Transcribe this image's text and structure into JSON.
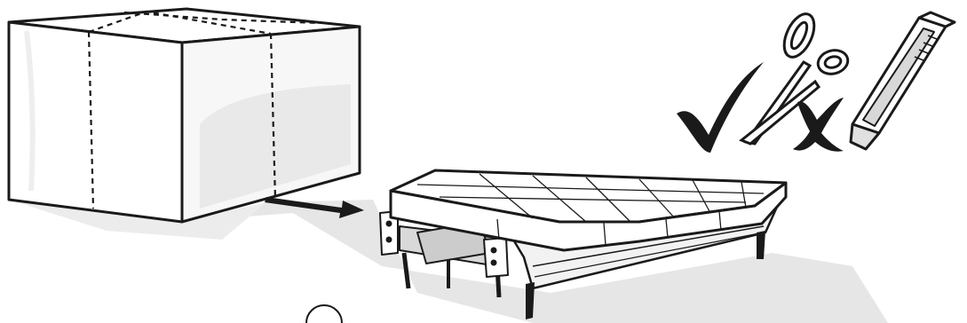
{
  "illustration": {
    "type": "assembly-instruction",
    "objects": [
      "packaged-box",
      "sofa-bed-unfolded",
      "scissors",
      "utility-knife",
      "checkmark-icon",
      "cross-icon",
      "direction-arrow"
    ],
    "colors": {
      "line": "#1a1a1a",
      "shadow": "#e6e6e6",
      "box_front": "#ffffff",
      "box_side": "#f4f4f4",
      "box_gloss": "#e9e9e9",
      "frame_gray": "#d9d9d9",
      "background": "#ffffff"
    }
  }
}
